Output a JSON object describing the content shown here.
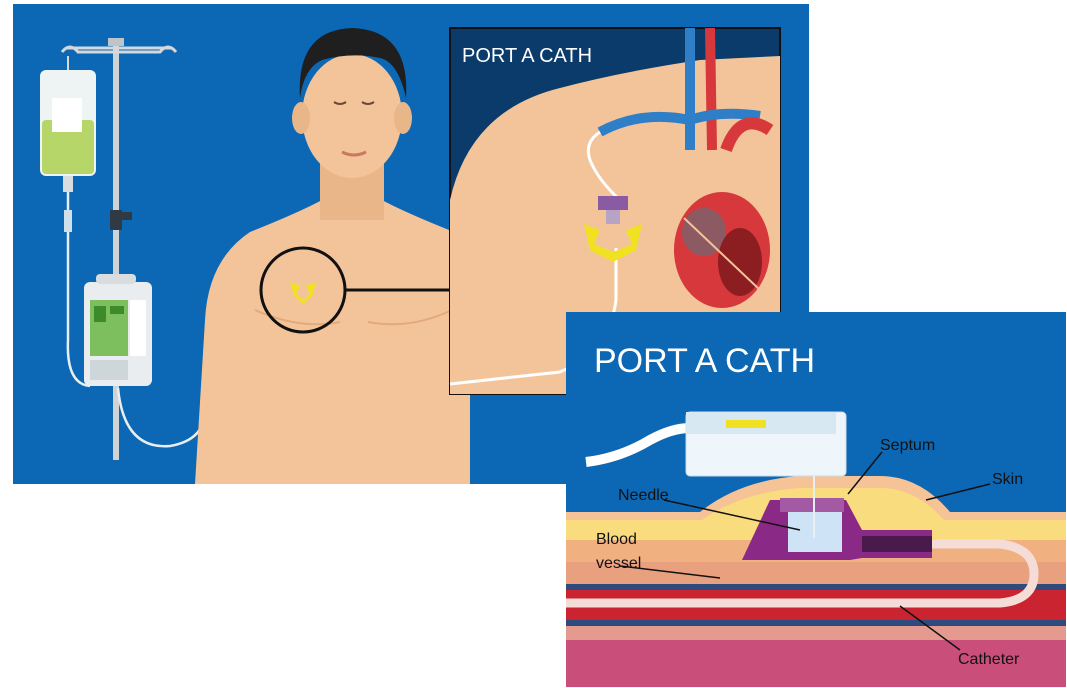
{
  "colors": {
    "background_blue": "#0c67b4",
    "skin": "#f3c49a",
    "hair": "#1f1f1f",
    "port_yellow": "#f1e221",
    "port_purple": "#8a2a86",
    "vein_blue": "#2f7fc8",
    "artery_red": "#d6383b"
  },
  "panel_main": {
    "inset_title": "PORT A CATH"
  },
  "panel_detail": {
    "title": "PORT A CATH",
    "labels": {
      "septum": "Septum",
      "skin": "Skin",
      "needle": "Needle",
      "blood_vessel_line1": "Blood",
      "blood_vessel_line2": "vessel",
      "catheter": "Catheter"
    }
  },
  "icons": [
    "iv-bag-icon",
    "iv-pole-icon",
    "infusion-pump-icon",
    "heart-icon",
    "port-device-icon",
    "needle-hub-icon"
  ]
}
